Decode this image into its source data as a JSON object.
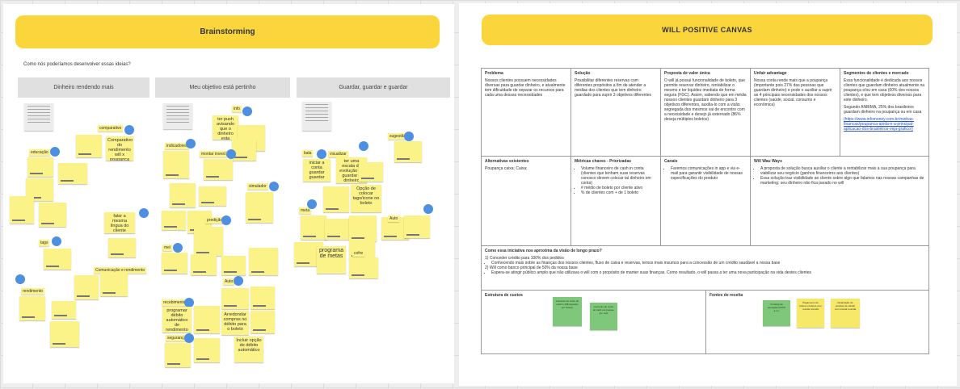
{
  "brainstorm": {
    "title": "Brainstorming",
    "question": "Como nós poderíamos desenvolver essas ideias?",
    "columns": [
      "Dinheiro rendendo mais",
      "Meu objetivo está pertinho",
      "Guardar, guardar e guardar"
    ],
    "tags": {
      "comparativo": "comparativo",
      "educacao": "educação",
      "tags": "tags",
      "rendimento": "rendimento",
      "comunicacao": "Comunicação e rendimento",
      "info": "info",
      "indicadores": "indicadores",
      "montar_investimento": "montar invest",
      "simulador": "simulador",
      "predicao": "predição",
      "mei": "mei",
      "auto": "Auto",
      "recebimento": "recebimento",
      "seguranca": "segurança",
      "sugestao": "sugestão",
      "visualizar": "visualizar",
      "bala": "bala",
      "meta": "meta",
      "auto2": "Auto",
      "cofre": "cofre"
    },
    "notes": {
      "comparativo_rendimento": "Comparativo do rendimento will x poupança",
      "falar_lingua": "falar a mesma língua do cliente",
      "ter_push": "ter push avisando que o dinheiro esta rendendo",
      "iniciar_conta": "iniciar a conta guardar guardar",
      "ter_uma_escala": "ter uma escala de evolução do guardar x dinheiro",
      "opcao_colocar": "Opção de colocar tags/icone no boleto",
      "programa_metas": "programa de metas",
      "programar_debito": "programar débito automático de rendimento",
      "arredondar_compras": "Arredondar compras no débito para o boleto",
      "incluir_opcao": "Incluir opção de débito automático"
    }
  },
  "canvas": {
    "title": "WILL POSITIVE CANVAS",
    "problema": {
      "title": "Problema",
      "text": "Nossos clientes possuem necessidades diversas para guardar dinheiro, e atualmente tem dificuldade de separar os recursos para cada uma dessas necessidades"
    },
    "solucao": {
      "title": "Solução",
      "text": "Possibilitar diferentes reservas com diferentes propósitos a fim de atender a médias dos clientes que tem dinheiro guardado para suprir 3 objetivos diferentes"
    },
    "proposta": {
      "title": "Proposta de valor única",
      "text": "O will já possui funcionalidade de boleto, que permite reservar dinheiro, rentabilizar o mesmo e ter liquidez imediata de forma segura (FGC). Assim, sabendo que em média nossos clientes guardam dinheiro para 3 objetivos diferentes, auxilia-lo com a visão segregada dos mesmos vai de encontro com a necessidade e desejo já externado (86% deseja múltiplos boletos)"
    },
    "unfair": {
      "title": "Unfair advantage",
      "text": "Nossa conta rende mais que a poupança (importante pois 27% das pessoas que guardam dinheiro) e pode o auxiliar a suprir as 4 principais necessidades dos nossos clientes (saúde, social, consumo e econômica)"
    },
    "segmentos": {
      "title": "Segmentos de clientes e mercado",
      "text1": "Essa funcionalidade é dedicada aos nossos clientes que guardam dinheiro atualmente na poupança e/ou em casa (60% dos nossos clientes), e que tem objetivos diversos para este dinheiro.",
      "text2": "Segundo ANBIMA, 25% dos brasileiros guardam dinheiro na poupança ou em casa",
      "link": "(https://www.infomoney.com.br/minhas-financas/poupanca-ainda-e-a-principal-aplicacao-dos-brasileiros-veja-grafico/)"
    },
    "alternativas": {
      "title": "Alternativas existentes",
      "text": "Poupança caixa; Caixa;"
    },
    "metricas": {
      "title": "Métricas chaves - Priorizadas",
      "items": [
        "Volume financeiro de cash in conta (clientes que tenham suas reservas conosco devem colocar tal dinheiro em conta)",
        "# médio de boleto por cliente ativo",
        "% de clientes com + de 1 boleto"
      ]
    },
    "canais": {
      "title": "Canais",
      "items": [
        "Faremos comunicações in app e via e-mail para garantir visibilidade de nossas especificações do produto"
      ]
    },
    "willwau": {
      "title": "Will Wau Ways",
      "items": [
        "A proposta de solução busca auxiliar o cliente a rentabilizar mais a sua poupança para viabilizar seu negócio (ganhos financeiros aos clientes)",
        "Essa solução traz visibilidade ao cliente sobre algo que falamos nas nossas campanhas de marketing: seu dinheiro não fica parado no will"
      ]
    },
    "visao": {
      "title": "Como essa iniciativa nos aproxima da visão de longo prazo?",
      "line1": "1) Conceder crédito para 100% dos pedidos",
      "bullet1": "Conhecendo mais sobre as finanças dos nossos clientes, fluxo de caixa e reservas, temos mais insumos para a concessão de um crédito saudável a nossa base",
      "line2": "2) Will como banco principal de 50% da nossa base",
      "bullet2": "Espera-se atingir público amplo que não utilizava o will com o propósito de manter suas finanças. Como resultado, o will passa a ter uma nova participação na vida destes clientes"
    },
    "custos": {
      "title": "Estrutura de custos",
      "notes": [
        "Aumento de custo do cash in (R$ depósito por boleto)",
        "Aumento de custo do cash out (saque, pix, ted)"
      ]
    },
    "receita": {
      "title": "Fontes de receita",
      "notes": [
        "Funding da operação (CDI% a.m.)",
        "Pagamento de títulos e boletos com receita reunida",
        "Realização de receitas de celular com receita reunida"
      ]
    }
  }
}
